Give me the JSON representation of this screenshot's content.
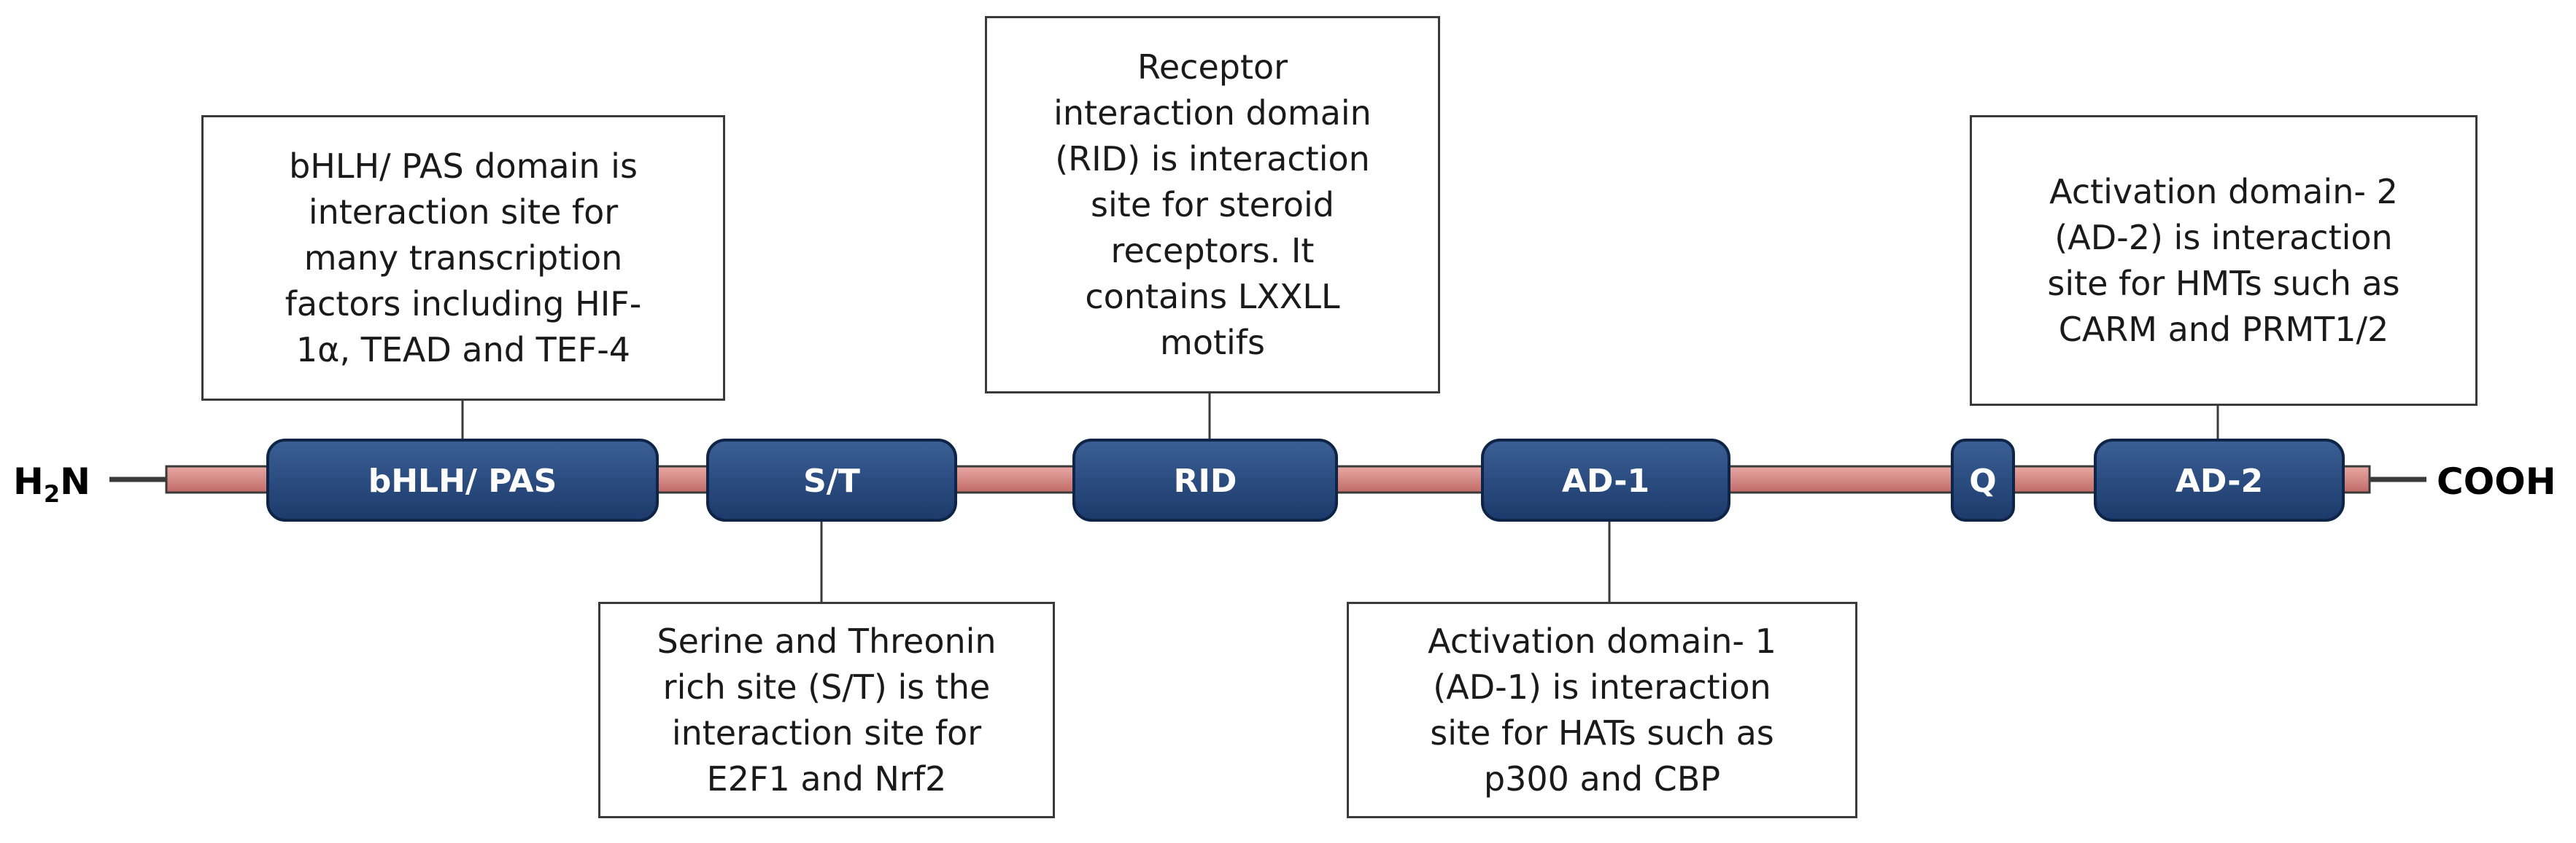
{
  "colors": {
    "backbone_fill": "#d98a86",
    "backbone_stroke": "#3a3a3a",
    "domain_fill_top": "#3b5f95",
    "domain_fill_bottom": "#1c3a6b",
    "domain_stroke": "#0f2548",
    "connector": "#3a3a3a"
  },
  "terminals": {
    "n_prefix": "H",
    "n_subscript": "2",
    "n_suffix": "N",
    "c": "COOH"
  },
  "domains": [
    {
      "id": "bhlh-pas",
      "label": "bHLH/ PAS"
    },
    {
      "id": "st",
      "label": "S/T"
    },
    {
      "id": "rid",
      "label": "RID"
    },
    {
      "id": "ad1",
      "label": "AD-1"
    },
    {
      "id": "q",
      "label": "Q"
    },
    {
      "id": "ad2",
      "label": "AD-2"
    }
  ],
  "callouts": {
    "bhlh_pas": [
      "bHLH/ PAS domain is",
      "interaction site for",
      "many transcription",
      "factors  including HIF-",
      "1α, TEAD and TEF-4"
    ],
    "rid": [
      "Receptor",
      "interaction domain",
      "(RID) is interaction",
      "site for steroid",
      "receptors. It",
      "contains LXXLL",
      "motifs"
    ],
    "ad2": [
      "Activation domain- 2",
      "(AD-2) is interaction",
      "site for HMTs such as",
      "CARM and PRMT1/2"
    ],
    "st": [
      "Serine and Threonin",
      "rich site (S/T) is the",
      "interaction site for",
      "E2F1 and Nrf2"
    ],
    "ad1": [
      "Activation domain- 1",
      "(AD-1) is interaction",
      "site for HATs such as",
      "p300 and CBP"
    ]
  }
}
